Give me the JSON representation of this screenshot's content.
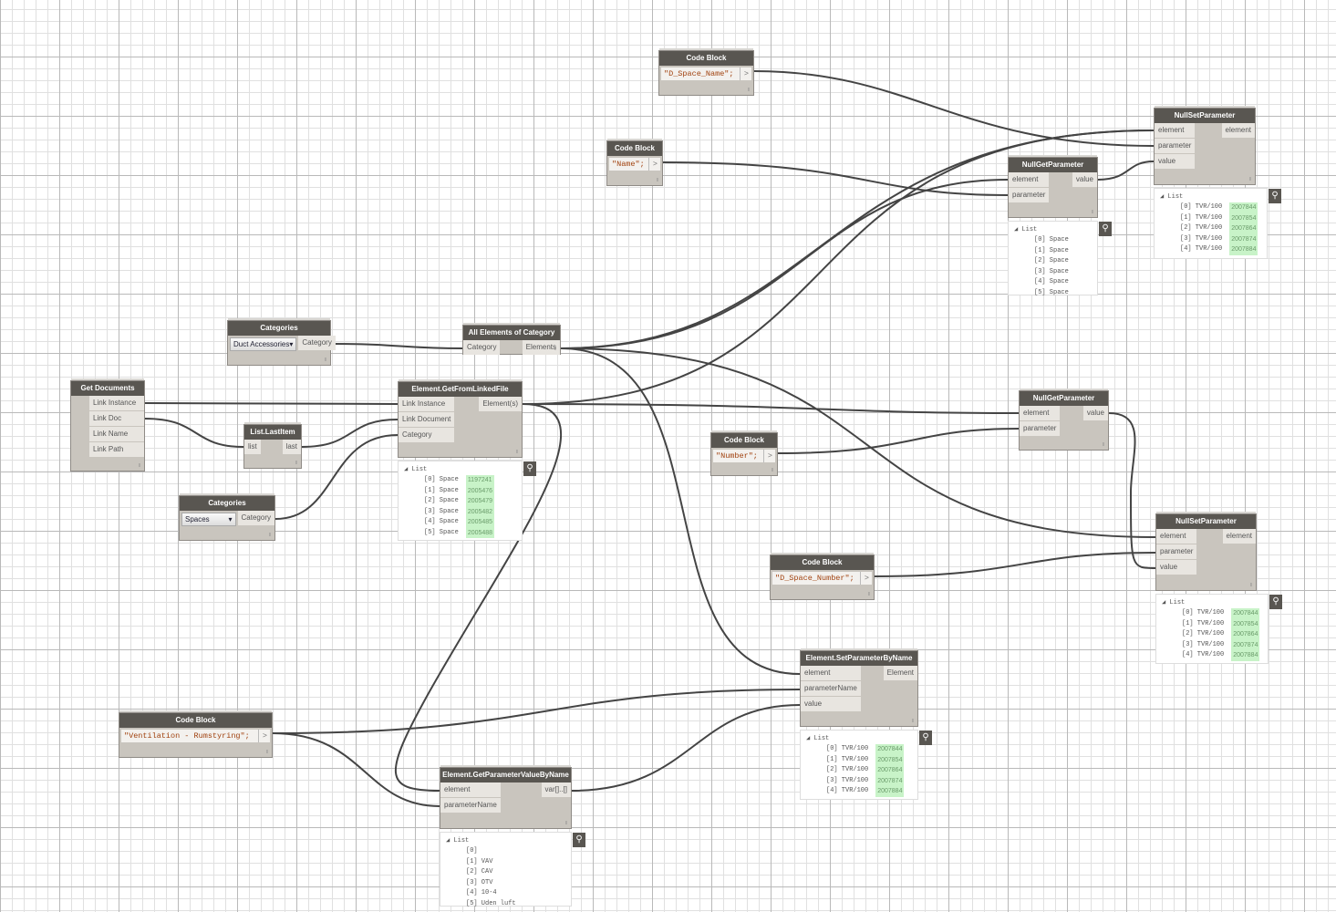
{
  "nodes": [
    {
      "id": "cb-dspacename",
      "title": "Code Block",
      "code": "\"D_Space_Name\";",
      "outputs": [
        ">"
      ]
    },
    {
      "id": "cb-name",
      "title": "Code Block",
      "code": "\"Name\";",
      "outputs": [
        ">"
      ]
    },
    {
      "id": "nullset-1",
      "title": "NullSetParameter",
      "inputs": [
        "element",
        "parameter",
        "value"
      ],
      "outputs": [
        "element"
      ],
      "watch": {
        "header": "List",
        "items": [
          {
            "i": "[0]",
            "text": "TVR/100",
            "id": "2007844"
          },
          {
            "i": "[1]",
            "text": "TVR/100",
            "id": "2007854"
          },
          {
            "i": "[2]",
            "text": "TVR/100",
            "id": "2007864"
          },
          {
            "i": "[3]",
            "text": "TVR/100",
            "id": "2007874"
          },
          {
            "i": "[4]",
            "text": "TVR/100",
            "id": "2007884"
          }
        ]
      }
    },
    {
      "id": "nullget-1",
      "title": "NullGetParameter",
      "inputs": [
        "element",
        "parameter"
      ],
      "outputs": [
        "value"
      ],
      "watch": {
        "header": "List",
        "items": [
          {
            "i": "[0]",
            "text": "Space"
          },
          {
            "i": "[1]",
            "text": "Space"
          },
          {
            "i": "[2]",
            "text": "Space"
          },
          {
            "i": "[3]",
            "text": "Space"
          },
          {
            "i": "[4]",
            "text": "Space"
          },
          {
            "i": "[5]",
            "text": "Space"
          }
        ]
      }
    },
    {
      "id": "categories-duct",
      "title": "Categories",
      "dropdown": "Duct Accessories",
      "outputs": [
        "Category"
      ]
    },
    {
      "id": "all-elements",
      "title": "All Elements of Category",
      "inputs": [
        "Category"
      ],
      "outputs": [
        "Elements"
      ]
    },
    {
      "id": "get-documents",
      "title": "Get Documents",
      "inputs": [],
      "outputs": [
        "Link Instance",
        "Link Doc",
        "Link Name",
        "Link Path"
      ]
    },
    {
      "id": "get-from-linked",
      "title": "Element.GetFromLinkedFile",
      "inputs": [
        "Link Instance",
        "Link Document",
        "Category"
      ],
      "outputs": [
        "Element(s)"
      ],
      "watch": {
        "header": "List",
        "items": [
          {
            "i": "[0]",
            "text": "Space",
            "id": "1197241"
          },
          {
            "i": "[1]",
            "text": "Space",
            "id": "2005476"
          },
          {
            "i": "[2]",
            "text": "Space",
            "id": "2005479"
          },
          {
            "i": "[3]",
            "text": "Space",
            "id": "2005482"
          },
          {
            "i": "[4]",
            "text": "Space",
            "id": "2005485"
          },
          {
            "i": "[5]",
            "text": "Space",
            "id": "2005488"
          }
        ]
      }
    },
    {
      "id": "list-lastitem",
      "title": "List.LastItem",
      "inputs": [
        "list"
      ],
      "outputs": [
        "last"
      ]
    },
    {
      "id": "categories-spaces",
      "title": "Categories",
      "dropdown": "Spaces",
      "outputs": [
        "Category"
      ]
    },
    {
      "id": "nullget-2",
      "title": "NullGetParameter",
      "inputs": [
        "element",
        "parameter"
      ],
      "outputs": [
        "value"
      ]
    },
    {
      "id": "cb-number",
      "title": "Code Block",
      "code": "\"Number\";",
      "outputs": [
        ">"
      ]
    },
    {
      "id": "nullset-2",
      "title": "NullSetParameter",
      "inputs": [
        "element",
        "parameter",
        "value"
      ],
      "outputs": [
        "element"
      ],
      "watch": {
        "header": "List",
        "items": [
          {
            "i": "[0]",
            "text": "TVR/100",
            "id": "2007844"
          },
          {
            "i": "[1]",
            "text": "TVR/100",
            "id": "2007854"
          },
          {
            "i": "[2]",
            "text": "TVR/100",
            "id": "2007864"
          },
          {
            "i": "[3]",
            "text": "TVR/100",
            "id": "2007874"
          },
          {
            "i": "[4]",
            "text": "TVR/100",
            "id": "2007884"
          }
        ]
      }
    },
    {
      "id": "cb-dspacenumber",
      "title": "Code Block",
      "code": "\"D_Space_Number\";",
      "outputs": [
        ">"
      ]
    },
    {
      "id": "set-param-by-name",
      "title": "Element.SetParameterByName",
      "inputs": [
        "element",
        "parameterName",
        "value"
      ],
      "outputs": [
        "Element"
      ],
      "watch": {
        "header": "List",
        "items": [
          {
            "i": "[0]",
            "text": "TVR/100",
            "id": "2007844"
          },
          {
            "i": "[1]",
            "text": "TVR/100",
            "id": "2007854"
          },
          {
            "i": "[2]",
            "text": "TVR/100",
            "id": "2007864"
          },
          {
            "i": "[3]",
            "text": "TVR/100",
            "id": "2007874"
          },
          {
            "i": "[4]",
            "text": "TVR/100",
            "id": "2007884"
          }
        ]
      }
    },
    {
      "id": "cb-ventilation",
      "title": "Code Block",
      "code": "\"Ventilation - Rumstyring\";",
      "outputs": [
        ">"
      ]
    },
    {
      "id": "get-param-value-by-name",
      "title": "Element.GetParameterValueByName",
      "inputs": [
        "element",
        "parameterName"
      ],
      "outputs": [
        "var[]..[]"
      ],
      "watch": {
        "header": "List",
        "items": [
          {
            "i": "[0]",
            "text": ""
          },
          {
            "i": "[1]",
            "text": "VAV"
          },
          {
            "i": "[2]",
            "text": "CAV"
          },
          {
            "i": "[3]",
            "text": "OTV"
          },
          {
            "i": "[4]",
            "text": "10-4"
          },
          {
            "i": "[5]",
            "text": "Uden luft"
          }
        ]
      }
    }
  ]
}
